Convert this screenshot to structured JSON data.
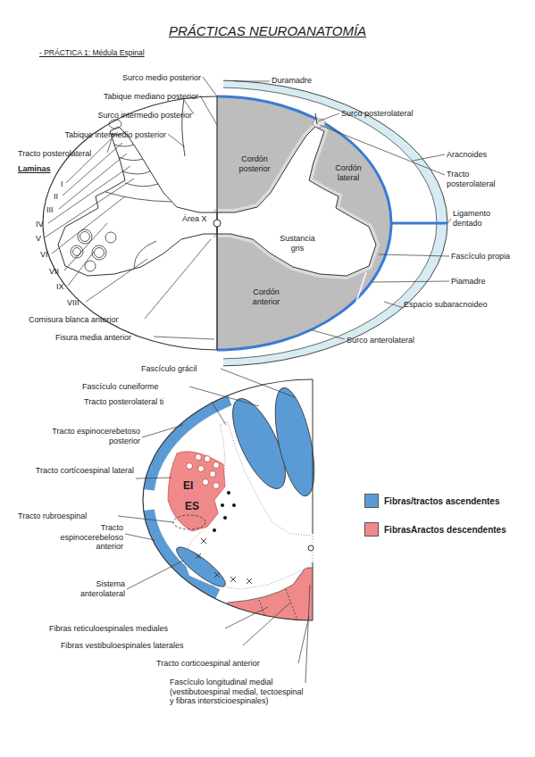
{
  "diagram": {
    "title": "PRÁCTICAS NEUROANATOMÍA",
    "labels": [
      "- PRÁCTICA 1: Médula Espinal",
      "Surco medio posterior",
      "Tabique mediano posterior",
      "Surco intermedio posterior",
      "Tabique intermedio posterior",
      "Tracto posterolateral",
      "Laminas",
      "I",
      "II",
      "III",
      "IV",
      "V",
      "VI",
      "VII",
      "IX",
      "VIII",
      "Área X",
      "Comisura blanca anterior",
      "Fisura media anterior",
      "Duramadre",
      "Surco posterolateral",
      "Aracnoides",
      "Tracto posterolateral",
      "Cordón posterior",
      "Cordón lateral",
      "Ligamento dentado",
      "Sustancia gris",
      "Fascículo propia",
      "Piamadre",
      "Cordón anterior",
      "Espacio subaracnoideo",
      "Surco anterolateral",
      "Fascículo grácil",
      "Fascículo cuneiforme",
      "Tracto posterolateral ti",
      "Tracto espinocerebetoso posterior",
      "Tracto cortícoespinal lateral",
      "EI",
      "ES",
      "Tracto rubroespinal",
      "Tracto espinocerebeloso anterior",
      "Sistema anterolateral",
      "Fibras reticuloespinales mediales",
      "Fibras vestibuloespinales laterales",
      "Tracto corticoespinal anterior",
      "Fascículo longitudinal medial (vestibutoespinal medial, tectoespinal y fibras intersticioespinales)"
    ],
    "legend": [
      {
        "text": "Fibras/tractos ascendentes",
        "color": "#5b9bd5"
      },
      {
        "text": "FibrasAractos descendentes",
        "color": "#f08a8a"
      }
    ]
  }
}
